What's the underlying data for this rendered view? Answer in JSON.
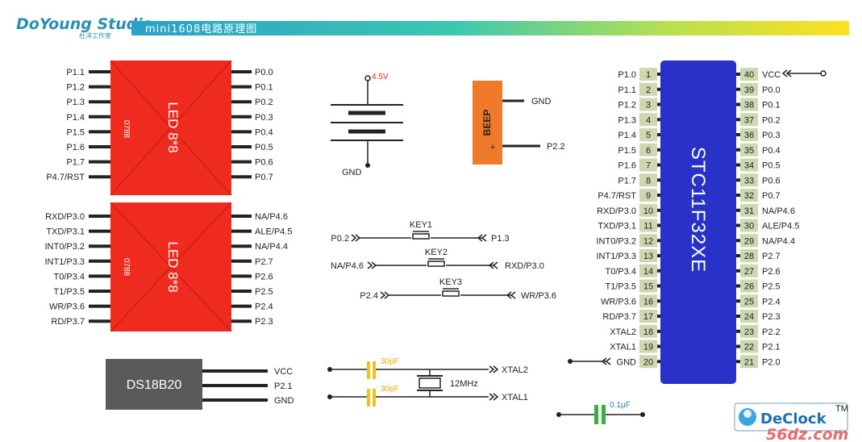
{
  "brand": {
    "name": "DoYoung Studio",
    "sub": "杜洋工作室"
  },
  "banner": {
    "title": "mini1608电路原理图"
  },
  "led_matrix_1": {
    "label": "LED 8*8",
    "code": "0788",
    "left_pins": [
      "P1.1",
      "P1.2",
      "P1.3",
      "P1.4",
      "P1.5",
      "P1.6",
      "P1.7",
      "P4.7/RST"
    ],
    "right_pins": [
      "P0.0",
      "P0.1",
      "P0.2",
      "P0.3",
      "P0.4",
      "P0.5",
      "P0.6",
      "P0.7"
    ]
  },
  "led_matrix_2": {
    "label": "LED 8*8",
    "code": "0788",
    "left_pins": [
      "RXD/P3.0",
      "TXD/P3.1",
      "INT0/P3.2",
      "INT1/P3.3",
      "T0/P3.4",
      "T1/P3.5",
      "WR/P3.6",
      "RD/P3.7"
    ],
    "right_pins": [
      "NA/P4.6",
      "ALE/P4.5",
      "NA/P4.4",
      "P2.7",
      "P2.6",
      "P2.5",
      "P2.4",
      "P2.3"
    ]
  },
  "battery": {
    "voltage": "4.5V",
    "gnd": "GND"
  },
  "beeper": {
    "label": "BEEP",
    "plus": "+",
    "gnd": "GND",
    "pin": "P2.2"
  },
  "keys": [
    {
      "name": "KEY1",
      "left": "P0.2",
      "right": "P1.3"
    },
    {
      "name": "KEY2",
      "left": "NA/P4.6",
      "right": "RXD/P3.0"
    },
    {
      "name": "KEY3",
      "left": "P2.4",
      "right": "WR/P3.6"
    }
  ],
  "ds18b20": {
    "label": "DS18B20",
    "pins": [
      "VCC",
      "P2.1",
      "GND"
    ]
  },
  "crystal": {
    "cap1": "30pF",
    "cap2": "30pF",
    "freq": "12MHz",
    "out1": "XTAL2",
    "out2": "XTAL1"
  },
  "decoupling": {
    "value": "0.1μF"
  },
  "mcu": {
    "label": "STC11F32XE",
    "left_pins": [
      {
        "num": "1",
        "name": "P1.0"
      },
      {
        "num": "2",
        "name": "P1.1"
      },
      {
        "num": "3",
        "name": "P1.2"
      },
      {
        "num": "4",
        "name": "P1.3"
      },
      {
        "num": "5",
        "name": "P1.4"
      },
      {
        "num": "6",
        "name": "P1.5"
      },
      {
        "num": "7",
        "name": "P1.6"
      },
      {
        "num": "8",
        "name": "P1.7"
      },
      {
        "num": "9",
        "name": "P4.7/RST"
      },
      {
        "num": "10",
        "name": "RXD/P3.0"
      },
      {
        "num": "11",
        "name": "TXD/P3.1"
      },
      {
        "num": "12",
        "name": "INT0/P3.2"
      },
      {
        "num": "13",
        "name": "INT1/P3.3"
      },
      {
        "num": "14",
        "name": "T0/P3.4"
      },
      {
        "num": "15",
        "name": "T1/P3.5"
      },
      {
        "num": "16",
        "name": "WR/P3.6"
      },
      {
        "num": "17",
        "name": "RD/P3.7"
      },
      {
        "num": "18",
        "name": "XTAL2"
      },
      {
        "num": "19",
        "name": "XTAL1"
      },
      {
        "num": "20",
        "name": "GND"
      }
    ],
    "right_pins": [
      {
        "num": "40",
        "name": "VCC"
      },
      {
        "num": "39",
        "name": "P0.0"
      },
      {
        "num": "38",
        "name": "P0.1"
      },
      {
        "num": "37",
        "name": "P0.2"
      },
      {
        "num": "36",
        "name": "P0.3"
      },
      {
        "num": "35",
        "name": "P0.4"
      },
      {
        "num": "34",
        "name": "P0.5"
      },
      {
        "num": "33",
        "name": "P0.6"
      },
      {
        "num": "32",
        "name": "P0.7"
      },
      {
        "num": "31",
        "name": "NA/P4.6"
      },
      {
        "num": "30",
        "name": "ALE/P4.5"
      },
      {
        "num": "29",
        "name": "NA/P4.4"
      },
      {
        "num": "28",
        "name": "P2.7"
      },
      {
        "num": "27",
        "name": "P2.6"
      },
      {
        "num": "26",
        "name": "P2.5"
      },
      {
        "num": "25",
        "name": "P2.4"
      },
      {
        "num": "24",
        "name": "P2.3"
      },
      {
        "num": "23",
        "name": "P2.2"
      },
      {
        "num": "22",
        "name": "P2.1"
      },
      {
        "num": "21",
        "name": "P2.0"
      }
    ]
  },
  "logo": {
    "text": "DeClock",
    "tm": "TM"
  },
  "watermark": "56dz.com",
  "colors": {
    "led": "#ef2a1e",
    "mcu": "#2832c8",
    "beeper": "#ee7a2a",
    "ds18b20": "#5a5a5a",
    "capacitor": "#f0c020",
    "decoupling": "#3ab040",
    "pin_box": "#cdd8b0"
  }
}
